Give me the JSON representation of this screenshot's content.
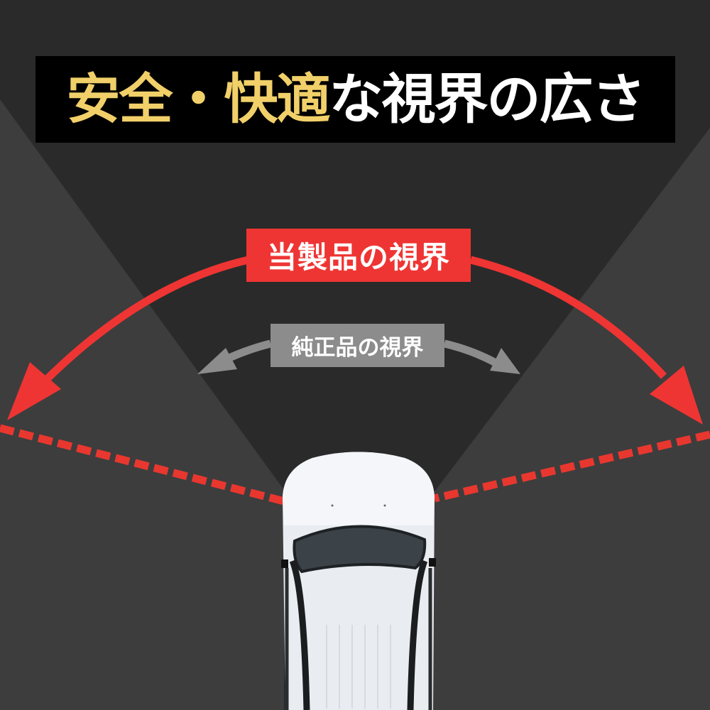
{
  "title": {
    "highlight": "安全・快適",
    "rest": "な視界の広さ",
    "highlight_color": "#f1d06a",
    "rest_color": "#ffffff",
    "background": "#000000"
  },
  "labels": {
    "product_view": "当製品の視界",
    "product_view_color": "#ee3533",
    "stock_view": "純正品の視界",
    "stock_view_color": "#8c8c8c"
  },
  "colors": {
    "background": "#2a2a2a",
    "field_of_view_wedge": "#3d3d3d",
    "wide_arrow": "#ee3533",
    "narrow_arrow": "#8c8c8c",
    "dashed_line": "#e8372f",
    "car_body": "#e9ecf1"
  },
  "illustration": {
    "subject": "white car viewed from above, front facing up",
    "wide_arc_icon": "double-headed-curved-arrow",
    "narrow_arc_icon": "double-headed-curved-arrow",
    "boundary_lines": "dashed-red-lines"
  }
}
